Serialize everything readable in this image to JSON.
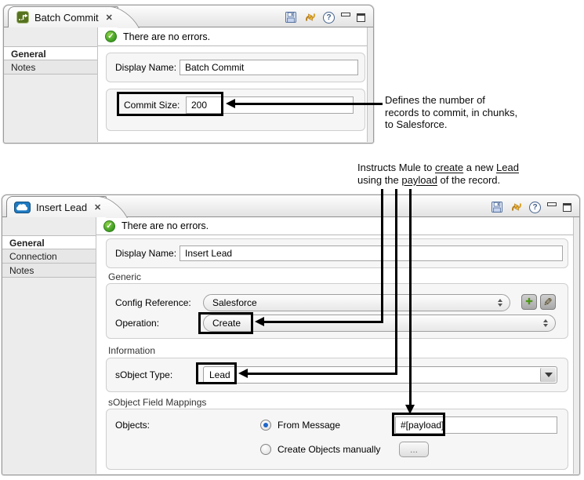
{
  "glyphs": {
    "close": "✕",
    "check": "✓",
    "help": "?",
    "plus": "+",
    "pencil": "✎"
  },
  "colors": {
    "callout_black": "#000000",
    "check_green": "#3d9c22",
    "batch_icon_green": "#56721f",
    "salesforce_cloud_blue": "#1e7ac2",
    "refresh_orange": "#d99e1e",
    "save_blue": "#56729f",
    "radio_selected_blue": "#1e66c8"
  },
  "toolbar_icons": [
    "save",
    "refresh",
    "help",
    "minimize",
    "maximize"
  ],
  "batch_panel": {
    "tab_title": "Batch Commit",
    "status_text": "There are no errors.",
    "sidebar_items": [
      {
        "label": "General"
      },
      {
        "label": "Notes"
      }
    ],
    "display_name_label": "Display Name:",
    "display_name_value": "Batch Commit",
    "commit_size_label": "Commit Size:",
    "commit_size_value": "200"
  },
  "insert_panel": {
    "tab_title": "Insert Lead",
    "status_text": "There are no errors.",
    "sidebar_items": [
      {
        "label": "General"
      },
      {
        "label": "Connection"
      },
      {
        "label": "Notes"
      }
    ],
    "display_name_label": "Display Name:",
    "display_name_value": "Insert Lead",
    "generic_section": {
      "title": "Generic",
      "config_reference_label": "Config Reference:",
      "config_reference_value": "Salesforce",
      "operation_label": "Operation:",
      "operation_value": "Create"
    },
    "information_section": {
      "title": "Information",
      "sobject_type_label": "sObject Type:",
      "sobject_type_value": "Lead"
    },
    "mappings_section": {
      "title": "sObject Field Mappings",
      "objects_label": "Objects:",
      "from_message_label": "From Message",
      "from_message_selected": true,
      "payload_value": "#[payload]",
      "create_manually_label": "Create Objects manually",
      "ellipsis_button_label": "..."
    }
  },
  "annotations": {
    "commit_size_note": {
      "line1": "Defines the number of",
      "line2": "records to commit, in chunks,",
      "line3": "to Salesforce."
    },
    "insert_note": {
      "l1_seg0": "Instructs Mule to ",
      "l1_seg1": "create",
      "l1_seg2": " a new ",
      "l1_seg3": "Lead",
      "l2_seg0": "using the ",
      "l2_seg1": "payload",
      "l2_seg2": " of the record."
    }
  }
}
